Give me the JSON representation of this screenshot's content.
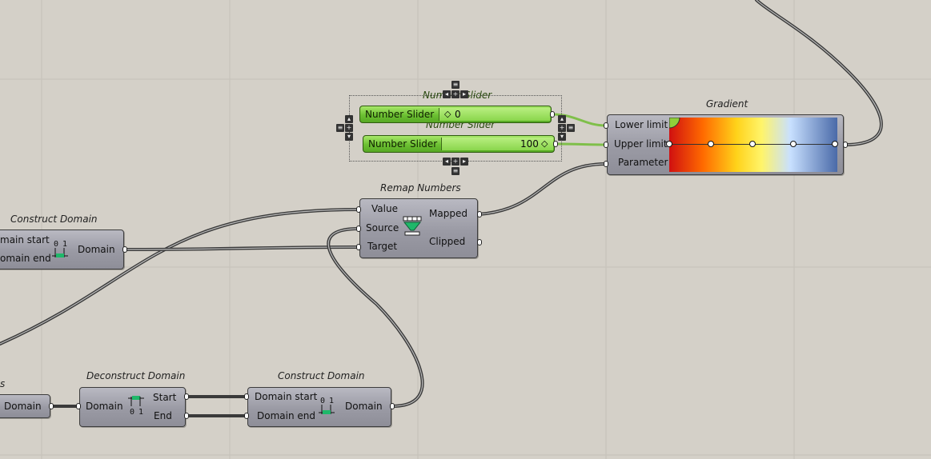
{
  "canvas": {
    "background": "#d4d0c8",
    "grid_color": "#c6c2ba"
  },
  "gradient": {
    "title": "Gradient",
    "inputs": [
      "Lower limit",
      "Upper limit",
      "Parameter"
    ]
  },
  "slider_group": {
    "slider1": {
      "label": "Number Slider",
      "name": "Number Slider",
      "value": "0"
    },
    "slider2": {
      "label": "Number Slider",
      "name": "Number Slider",
      "value": "100"
    }
  },
  "remap": {
    "title": "Remap Numbers",
    "inputs": [
      "Value",
      "Source",
      "Target"
    ],
    "outputs": [
      "Mapped",
      "Clipped"
    ]
  },
  "construct_domain_left": {
    "title": "Construct Domain",
    "inputs": [
      "main start",
      "omain end"
    ],
    "output": "Domain"
  },
  "deconstruct_domain": {
    "title": "Deconstruct Domain",
    "input": "Domain",
    "outputs": [
      "Start",
      "End"
    ]
  },
  "construct_domain_bottom": {
    "title": "Construct Domain",
    "inputs": [
      "Domain start",
      "Domain end"
    ],
    "output": "Domain"
  },
  "edge_param": {
    "output": "Domain",
    "title_fragment": "s"
  },
  "icons": {
    "remap": "remap-numbers-icon",
    "construct": "construct-domain-icon",
    "deconstruct": "deconstruct-domain-icon",
    "gradient": "gradient-icon"
  },
  "colors": {
    "component_fill": "#9a9aa4",
    "slider_green": "#6cc032",
    "wire": "#3a3a3a",
    "wire_green": "#7fbf4a"
  }
}
